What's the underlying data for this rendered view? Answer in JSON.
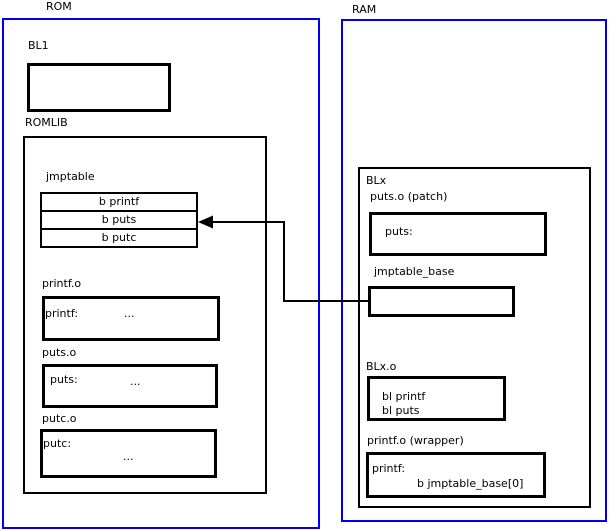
{
  "colors": {
    "region_outline": "#0000ee",
    "box_outline": "#000000",
    "background": "#ffffff",
    "text": "#000000"
  },
  "rom": {
    "label": "ROM",
    "bl1": {
      "label": "BL1"
    },
    "romlib": {
      "label": "ROMLIB",
      "jmptable": {
        "label": "jmptable",
        "rows": [
          "b printf",
          "b puts",
          "b putc"
        ]
      },
      "printf_o": {
        "label": "printf.o",
        "symbol": "printf:",
        "ellipsis": "..."
      },
      "puts_o": {
        "label": "puts.o",
        "symbol": "puts:",
        "ellipsis": "..."
      },
      "putc_o": {
        "label": "putc.o",
        "symbol": "putc:",
        "ellipsis": "..."
      }
    }
  },
  "ram": {
    "label": "RAM",
    "blx": {
      "label": "BLx",
      "puts_patch": {
        "label": "puts.o (patch)",
        "symbol": "puts:"
      },
      "jmptable_base": {
        "label": "jmptable_base"
      },
      "blx_o": {
        "label": "BLx.o",
        "line1": "bl printf",
        "line2": "bl puts"
      },
      "printf_wrapper": {
        "label": "printf.o (wrapper)",
        "line1": "printf:",
        "line2": "b jmptable_base[0]"
      }
    }
  }
}
